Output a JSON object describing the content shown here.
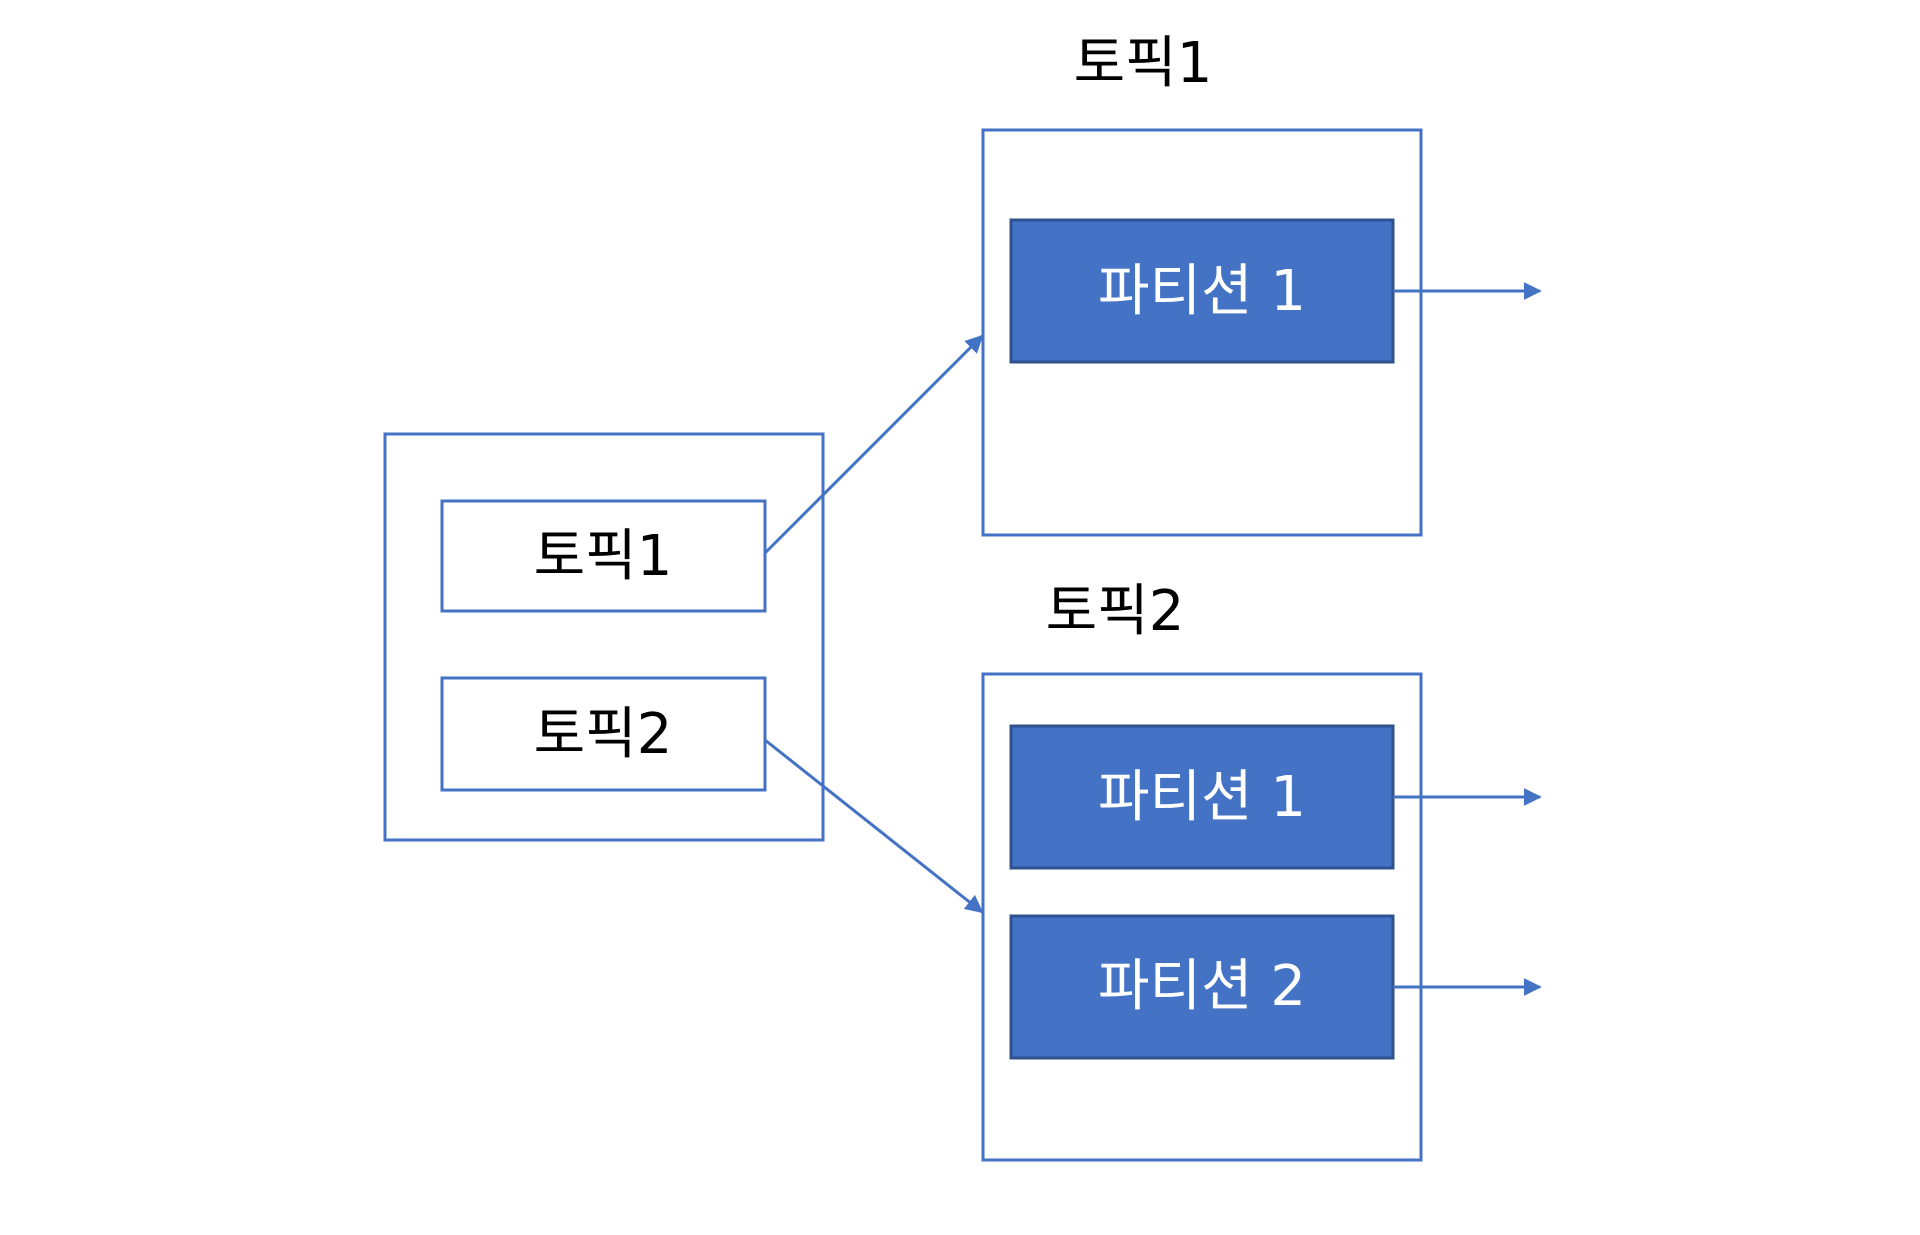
{
  "producer": {
    "topic_items": [
      {
        "label": "토픽1"
      },
      {
        "label": "토픽2"
      }
    ]
  },
  "topics": [
    {
      "label": "토픽1",
      "partitions": [
        {
          "label": "파티션 1"
        }
      ]
    },
    {
      "label": "토픽2",
      "partitions": [
        {
          "label": "파티션 1"
        },
        {
          "label": "파티션 2"
        }
      ]
    }
  ],
  "colors": {
    "accent": "#4472C4",
    "partition_fill": "#4472C4",
    "partition_border": "#2F528F",
    "text_dark": "#000000",
    "text_light": "#ffffff"
  }
}
